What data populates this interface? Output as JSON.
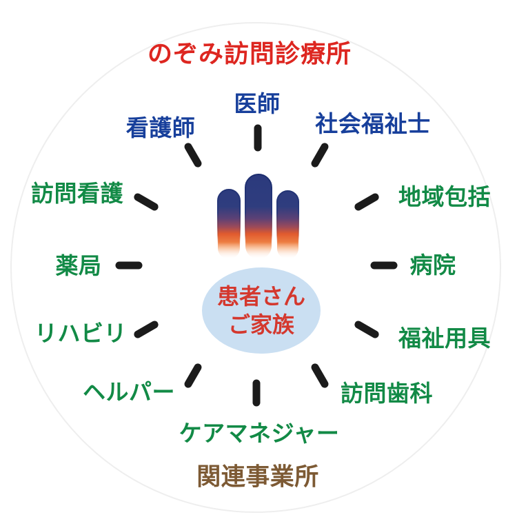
{
  "title": "のぞみ訪問診療所",
  "bottom_label": "関連事業所",
  "center": {
    "line1": "患者さん",
    "line2": "ご家族"
  },
  "labels": {
    "doctor": "医師",
    "nurse": "看護師",
    "social_worker": "社会福祉士",
    "home_nursing": "訪問看護",
    "community_inclusion": "地域包括",
    "pharmacy": "薬局",
    "hospital": "病院",
    "rehabilitation": "リハビリ",
    "welfare_equipment": "福祉用具",
    "helper": "ヘルパー",
    "visiting_dentistry": "訪問歯科",
    "care_manager": "ケアマネジャー"
  },
  "icons": {
    "hand": "three-fingers-hand-icon",
    "spokes": "radial-dash-marks"
  },
  "colors": {
    "title_red": "#dd2620",
    "clinic_blue": "#173f9b",
    "partner_green": "#128a46",
    "category_brown": "#7d5a34",
    "dash_black": "#1b1b1b",
    "ellipse_fill": "#cadff2",
    "center_text_red": "#d4382e",
    "finger_navy": "#2b3a7d",
    "finger_orange": "#e05a2e"
  }
}
